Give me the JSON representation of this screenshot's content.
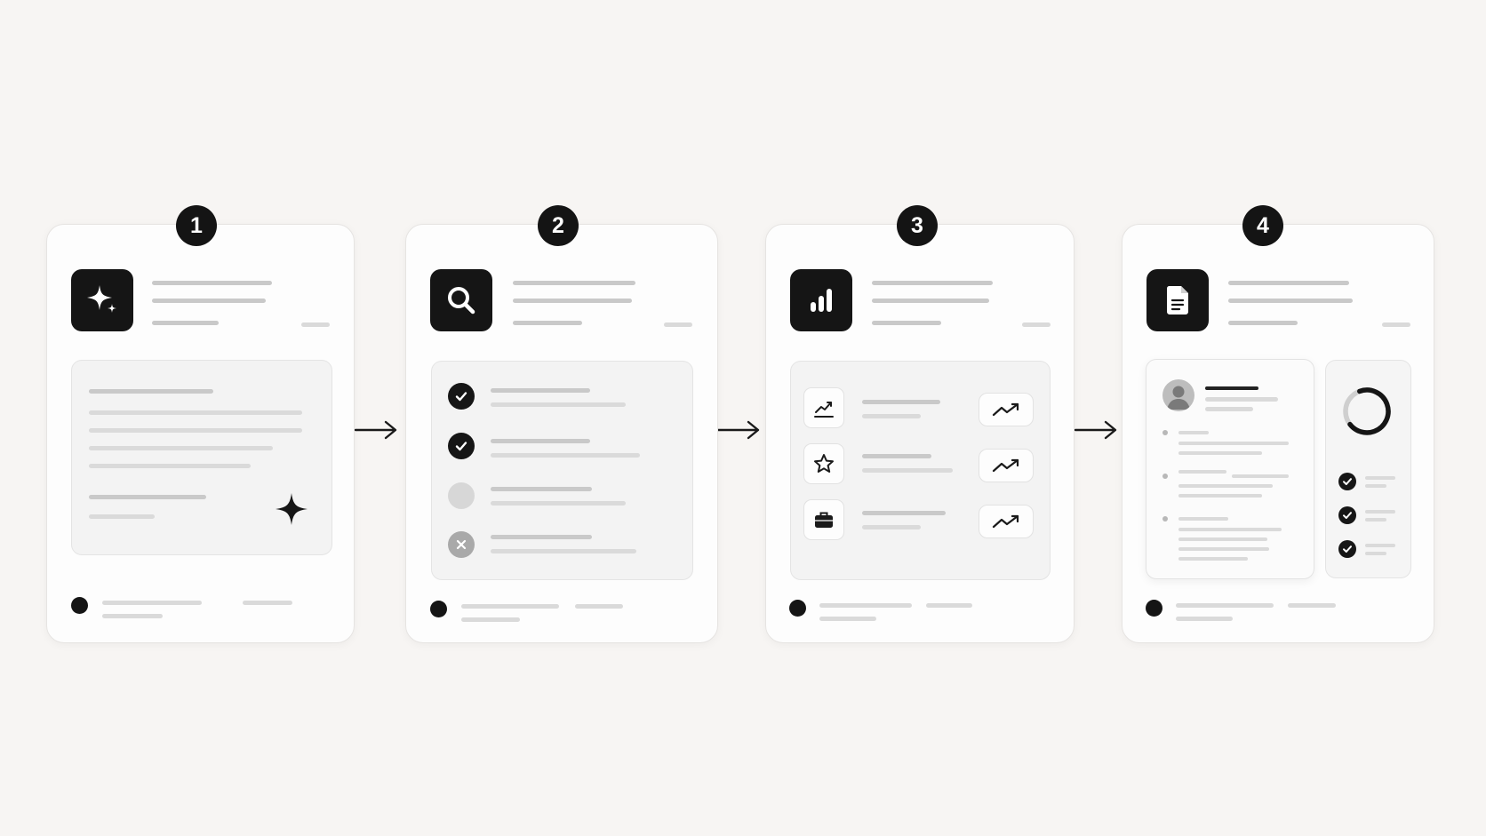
{
  "steps": [
    {
      "number": "1",
      "icon": "sparkle-icon"
    },
    {
      "number": "2",
      "icon": "search-icon"
    },
    {
      "number": "3",
      "icon": "bar-chart-icon"
    },
    {
      "number": "4",
      "icon": "document-icon"
    }
  ],
  "colors": {
    "background": "#f7f5f3",
    "card": "#fdfdfd",
    "accent": "#151515",
    "placeholder": "#c9c9c9"
  },
  "step2_checklist": [
    {
      "state": "done",
      "icon": "check-icon"
    },
    {
      "state": "done",
      "icon": "check-icon"
    },
    {
      "state": "pending",
      "icon": "empty-circle-icon"
    },
    {
      "state": "failed",
      "icon": "x-icon"
    }
  ],
  "step3_rows": [
    {
      "icon": "trend-chart-icon",
      "trend_icon": "trending-up-icon"
    },
    {
      "icon": "star-icon",
      "trend_icon": "trending-up-icon"
    },
    {
      "icon": "briefcase-icon",
      "trend_icon": "trending-up-icon"
    }
  ],
  "step4_checks": 3,
  "step4_donut_fraction": 0.7
}
